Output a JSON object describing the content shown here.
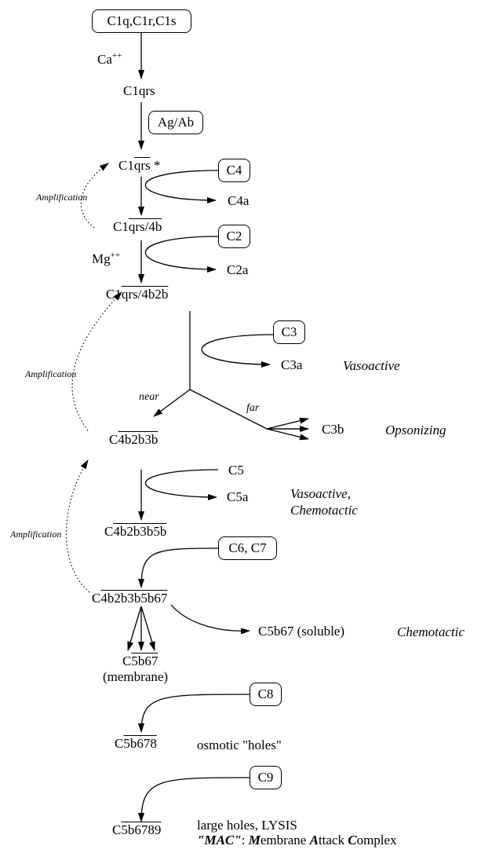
{
  "boxes": {
    "c1q_c1r_c1s": "C1q,C1r,C1s",
    "ag_ab": "Ag/Ab",
    "c4": "C4",
    "c2": "C2",
    "c3": "C3",
    "c6_c7": "C6, C7",
    "c8": "C8",
    "c9": "C9"
  },
  "ions": {
    "ca_base": "Ca",
    "ca_charge": "++",
    "mg_base": "Mg",
    "mg_charge": "++"
  },
  "nodes": {
    "c1qrs": "C1qrs",
    "c1qrs_active_prefix": "C1",
    "c1qrs_active_over": "qrs",
    "c1qrs_active_suffix": " *",
    "c1qrs_4b_prefix": "C1",
    "c1qrs_4b_over": "qrs/4b",
    "c1qrs_4b2b_prefix": "C1",
    "c1qrs_4b2b_over": "qrs/4b2b",
    "c4b2b3b_prefix": "C",
    "c4b2b3b_over": "4b2b3b",
    "c4b2b3b5b_prefix": "C",
    "c4b2b3b5b_over": "4b2b3b5b",
    "c4b2b3b5b67_prefix": "C",
    "c4b2b3b5b67_over": "4b2b3b5b67",
    "c5b67_prefix": "C",
    "c5b67_over": "5b67",
    "c5b67_state": "(membrane)",
    "c5b678_prefix": "C",
    "c5b678_over": "5b678",
    "c5b6789_prefix": "C",
    "c5b6789_over": "5b6789"
  },
  "products": {
    "c4a": "C4a",
    "c2a": "C2a",
    "c3a": "C3a",
    "c3b": "C3b",
    "c5": "C5",
    "c5a": "C5a",
    "c5b67_soluble": "C5b67 (soluble)"
  },
  "effects": {
    "c3a": "Vasoactive",
    "c3b": "Opsonizing",
    "c5a_line1": "Vasoactive,",
    "c5a_line2": "Chemotactic",
    "c5b67": "Chemotactic"
  },
  "branches": {
    "near": "near",
    "far": "far"
  },
  "amplification": {
    "top": "Amplification",
    "middle": "Amplification",
    "bottom": "Amplification"
  },
  "notes": {
    "osmotic": "osmotic \"holes\"",
    "lysis": "large holes, LYSIS",
    "mac_q1": "\"",
    "mac_abbr": "MAC",
    "mac_q2": "\"",
    "mac_colon": ": ",
    "mac_m": "M",
    "mac_embrane": "embrane ",
    "mac_a": "A",
    "mac_ttack": "ttack ",
    "mac_c": "C",
    "mac_omplex": "omplex"
  }
}
